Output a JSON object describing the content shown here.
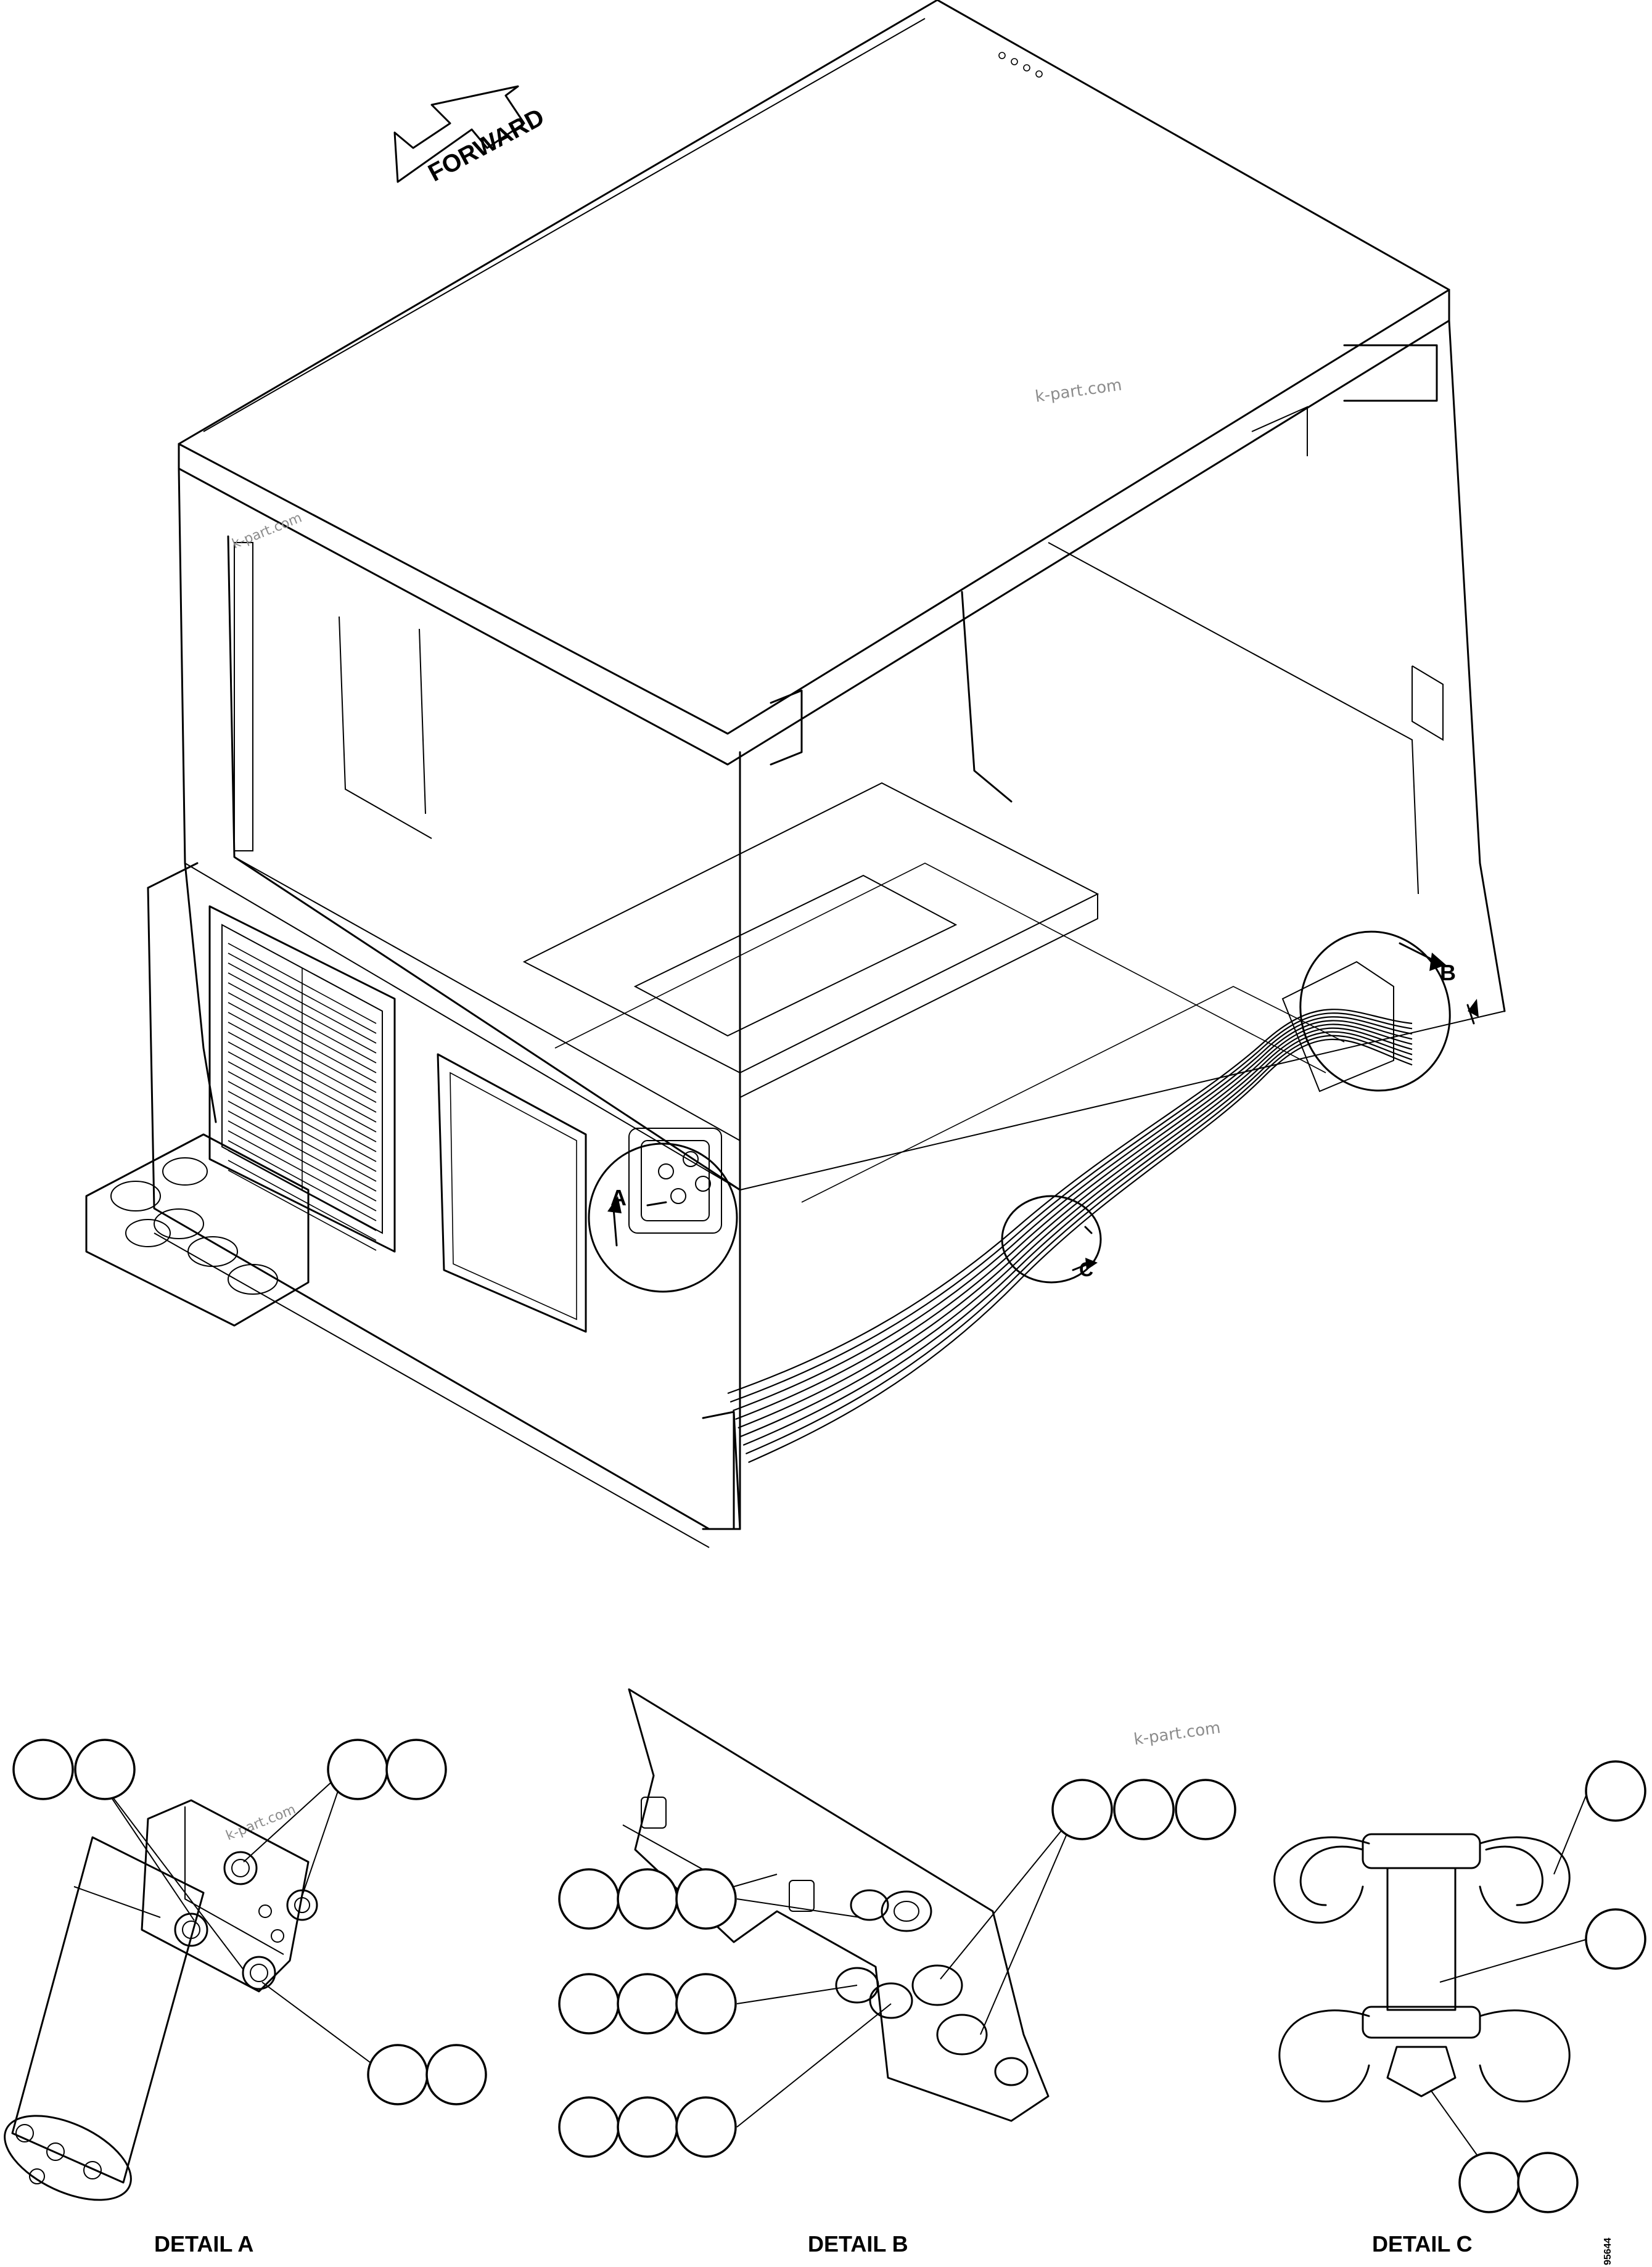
{
  "arrow_label": "FORWARD",
  "callouts": {
    "a": "A",
    "b": "B",
    "c": "C"
  },
  "details": {
    "a": "DETAIL A",
    "b": "DETAIL B",
    "c": "DETAIL C"
  },
  "watermark": "k-part.com",
  "figure_number": "95644"
}
